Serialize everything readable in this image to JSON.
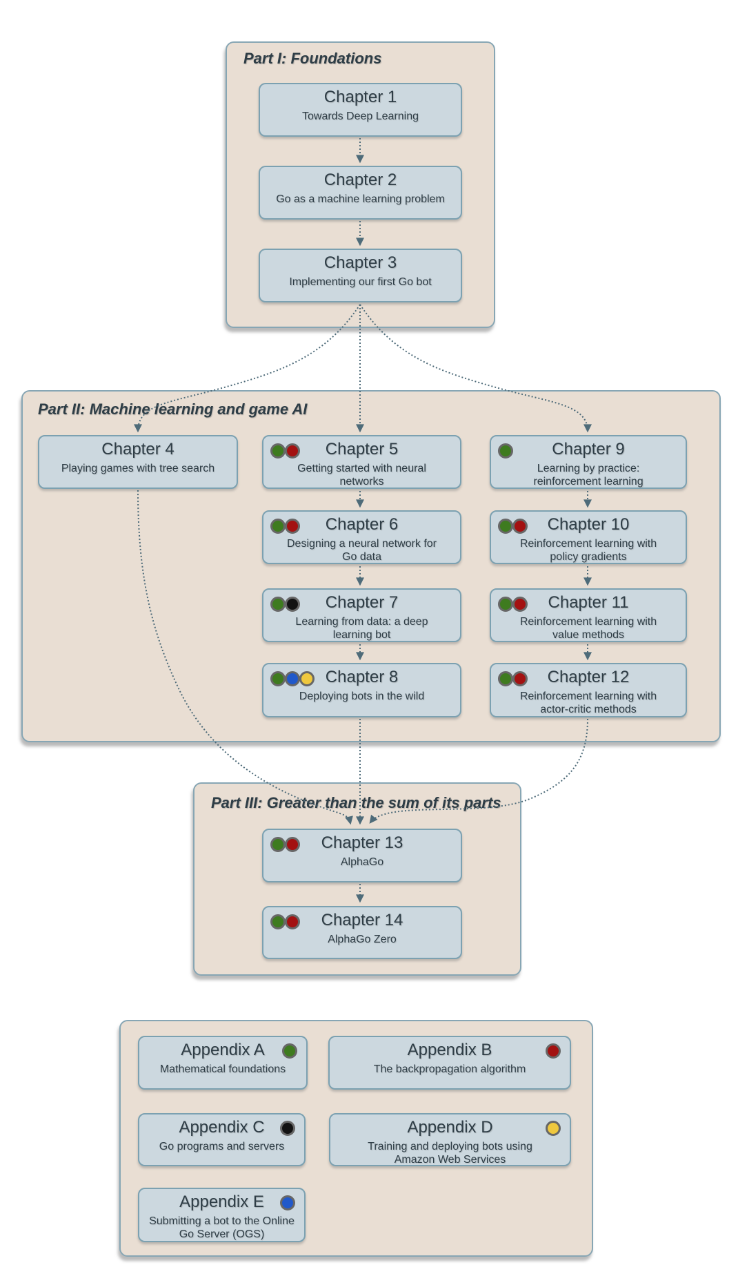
{
  "colors": {
    "green": "#3e7b1f",
    "red": "#a31111",
    "black": "#121212",
    "blue": "#2159ca",
    "yellow": "#efc83e"
  },
  "parts": {
    "part1": {
      "title": "Part I: Foundations"
    },
    "part2": {
      "title": "Part II: Machine learning and game AI"
    },
    "part3": {
      "title": "Part III: Greater than the sum of its parts"
    }
  },
  "chapters": {
    "ch1": {
      "title": "Chapter 1",
      "subtitle": "Towards Deep Learning",
      "dots": []
    },
    "ch2": {
      "title": "Chapter 2",
      "subtitle": "Go as a machine learning problem",
      "dots": []
    },
    "ch3": {
      "title": "Chapter 3",
      "subtitle": "Implementing our first Go bot",
      "dots": []
    },
    "ch4": {
      "title": "Chapter 4",
      "subtitle": "Playing games with tree search",
      "dots": []
    },
    "ch5": {
      "title": "Chapter 5",
      "subtitle": "Getting started with neural networks",
      "dots": [
        "green",
        "red"
      ]
    },
    "ch6": {
      "title": "Chapter 6",
      "subtitle": "Designing a neural network for Go data",
      "dots": [
        "green",
        "red"
      ]
    },
    "ch7": {
      "title": "Chapter 7",
      "subtitle": "Learning from data: a deep learning bot",
      "dots": [
        "green",
        "black"
      ]
    },
    "ch8": {
      "title": "Chapter 8",
      "subtitle": "Deploying bots in the wild",
      "dots": [
        "green",
        "blue",
        "yellow"
      ]
    },
    "ch9": {
      "title": "Chapter 9",
      "subtitle": "Learning by practice: reinforcement learning",
      "dots": [
        "green"
      ]
    },
    "ch10": {
      "title": "Chapter 10",
      "subtitle": "Reinforcement learning with policy gradients",
      "dots": [
        "green",
        "red"
      ]
    },
    "ch11": {
      "title": "Chapter 11",
      "subtitle": "Reinforcement learning with value methods",
      "dots": [
        "green",
        "red"
      ]
    },
    "ch12": {
      "title": "Chapter 12",
      "subtitle": "Reinforcement learning with actor-critic methods",
      "dots": [
        "green",
        "red"
      ]
    },
    "ch13": {
      "title": "Chapter 13",
      "subtitle": "AlphaGo",
      "dots": [
        "green",
        "red"
      ]
    },
    "ch14": {
      "title": "Chapter 14",
      "subtitle": "AlphaGo Zero",
      "dots": [
        "green",
        "red"
      ]
    }
  },
  "appendices": {
    "a": {
      "title": "Appendix A",
      "subtitle": "Mathematical foundations",
      "dots": [
        "green"
      ]
    },
    "b": {
      "title": "Appendix B",
      "subtitle": "The backpropagation algorithm",
      "dots": [
        "red"
      ]
    },
    "c": {
      "title": "Appendix C",
      "subtitle": "Go programs and servers",
      "dots": [
        "black"
      ]
    },
    "d": {
      "title": "Appendix D",
      "subtitle": "Training and deploying bots using Amazon Web Services",
      "dots": [
        "yellow"
      ]
    },
    "e": {
      "title": "Appendix E",
      "subtitle": "Submitting a bot to the Online Go Server (OGS)",
      "dots": [
        "blue"
      ]
    }
  }
}
